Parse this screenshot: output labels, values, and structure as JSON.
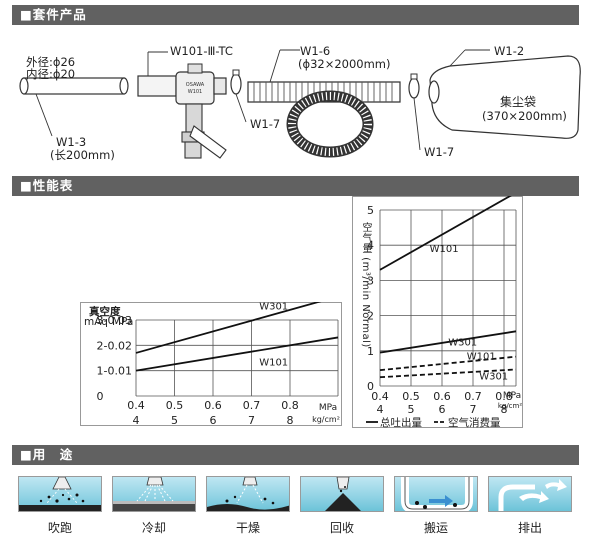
{
  "sections": {
    "kit_title": "■套件产品",
    "perf_title": "■性能表",
    "use_title": "■用　途"
  },
  "kit": {
    "outer_dia": "外径:ϕ26",
    "inner_dia": "内径:ϕ20",
    "w101": "W101-Ⅲ-TC",
    "w1_6": "W1-6",
    "w1_6_dim": "(ϕ32×2000mm)",
    "w1_2": "W1-2",
    "bag_name": "集尘袋",
    "bag_dim": "(370×200mm)",
    "w1_7_left": "W1-7",
    "w1_7_right": "W1-7",
    "w1_3": "W1-3",
    "w1_3_len": "(长200mm)",
    "body_brand": "OSAWA",
    "body_model": "W101"
  },
  "chart_data": [
    {
      "type": "line",
      "ylabel_1": "真空度",
      "ylabel_2": "mAq",
      "ylabel_3": "MPa",
      "xunit_1": "MPa",
      "xunit_2": "kg/cm²",
      "x_mpa": [
        "0.4",
        "0.5",
        "0.6",
        "0.7",
        "0.8"
      ],
      "x_kg": [
        "4",
        "5",
        "6",
        "7",
        "8"
      ],
      "y_maq": [
        "3",
        "2",
        "1",
        "0"
      ],
      "y_mpa": [
        "-0.03",
        "-0.02",
        "-0.01",
        ""
      ],
      "xlim": [
        0.4,
        0.8
      ],
      "ylim": [
        0,
        3
      ],
      "series": [
        {
          "name": "W301",
          "x": [
            0.4,
            0.8
          ],
          "y": [
            1.7,
            3.4
          ]
        },
        {
          "name": "W101",
          "x": [
            0.4,
            0.8
          ],
          "y": [
            1.0,
            2.0
          ]
        }
      ]
    },
    {
      "type": "line",
      "ylabel": "空气量 (m³/min Normal)",
      "xunit_1": "MPa",
      "xunit_2": "kg/cm²",
      "x_mpa": [
        "0.4",
        "0.5",
        "0.6",
        "0.7",
        "0.8"
      ],
      "x_kg": [
        "4",
        "5",
        "6",
        "7",
        "8"
      ],
      "y_ticks": [
        "5",
        "4",
        "3",
        "2",
        "1",
        "0"
      ],
      "xlim": [
        0.4,
        0.8
      ],
      "ylim": [
        0,
        5
      ],
      "legend_solid": "总吐出量",
      "legend_dashed": "空气消费量",
      "series": [
        {
          "name": "W101",
          "style": "solid",
          "x": [
            0.4,
            0.8
          ],
          "y": [
            3.3,
            5.3
          ]
        },
        {
          "name": "W301",
          "style": "solid",
          "x": [
            0.4,
            0.8
          ],
          "y": [
            0.95,
            1.5
          ]
        },
        {
          "name": "W101",
          "style": "dashed",
          "x": [
            0.4,
            0.8
          ],
          "y": [
            0.45,
            0.8
          ]
        },
        {
          "name": "W301",
          "style": "dashed",
          "x": [
            0.4,
            0.8
          ],
          "y": [
            0.25,
            0.45
          ]
        }
      ]
    }
  ],
  "uses": [
    {
      "label": "吹跑"
    },
    {
      "label": "冷却"
    },
    {
      "label": "干燥"
    },
    {
      "label": "回收"
    },
    {
      "label": "搬运"
    },
    {
      "label": "排出"
    }
  ]
}
